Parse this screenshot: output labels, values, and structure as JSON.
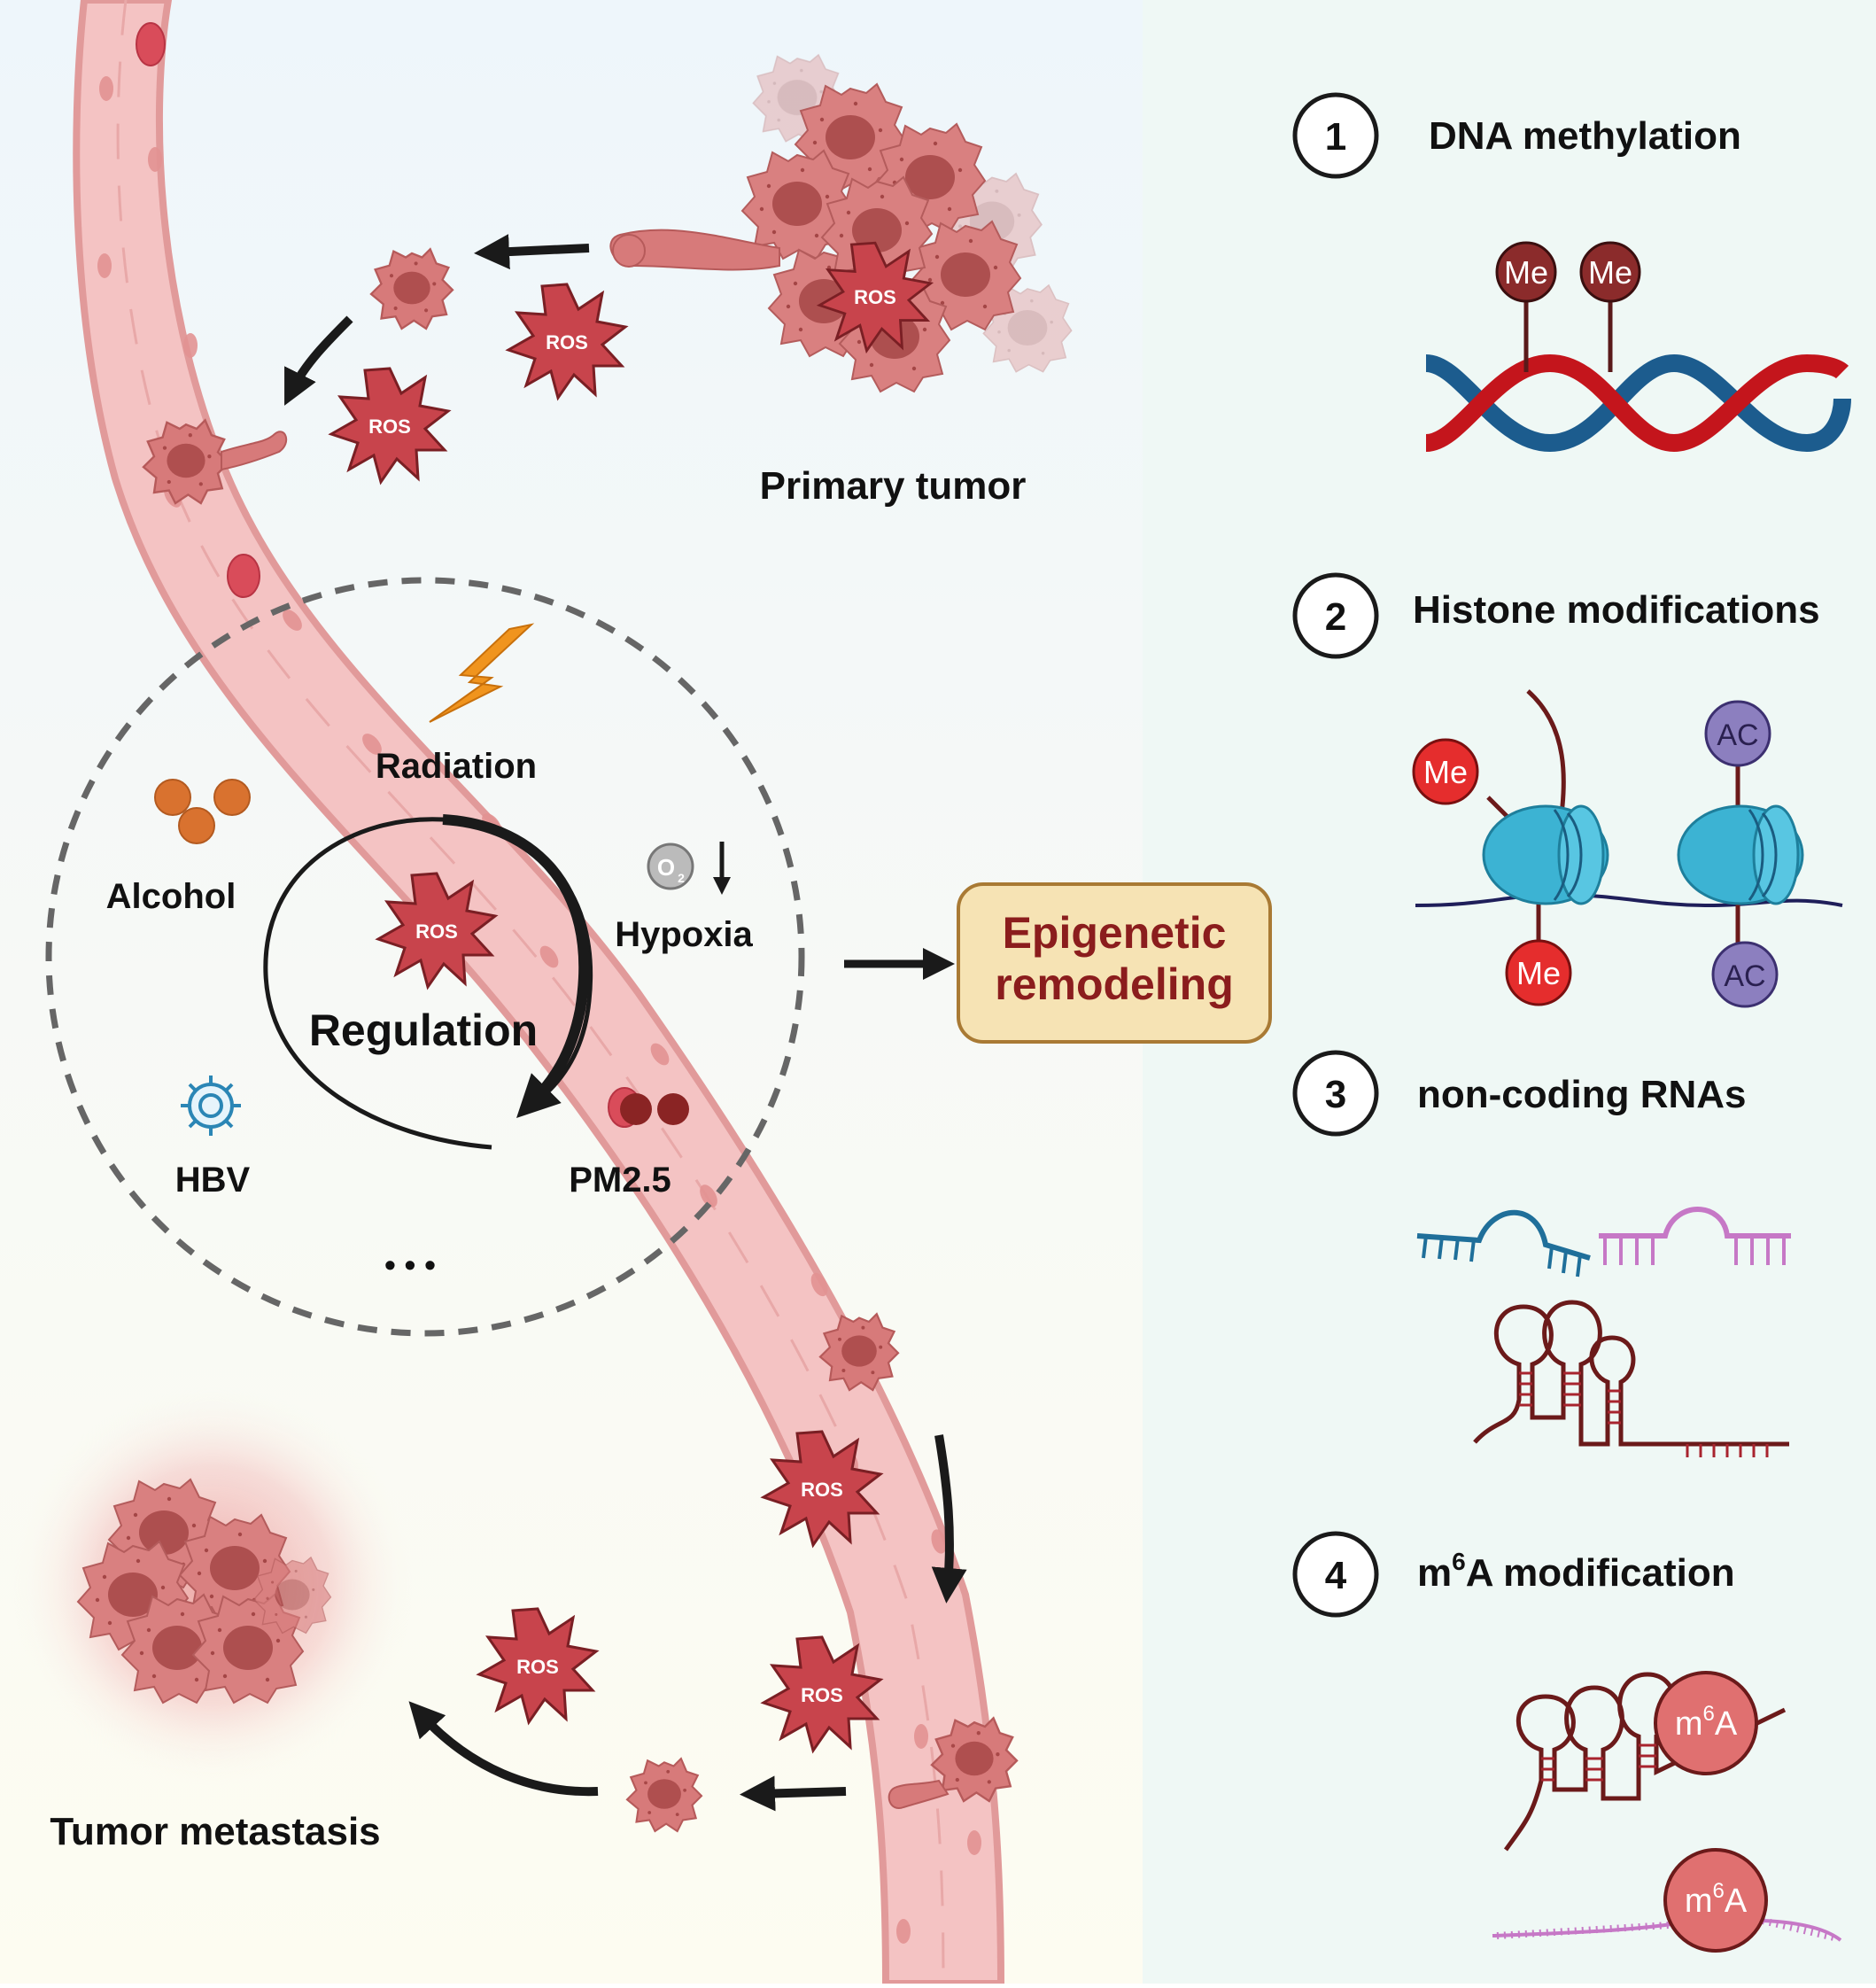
{
  "left_panel": {
    "primary_tumor_label": "Primary tumor",
    "metastasis_label": "Tumor metastasis",
    "ros_label": "ROS",
    "factors": {
      "radiation": "Radiation",
      "alcohol": "Alcohol",
      "hypoxia": "Hypoxia",
      "oxygen_symbol": "O",
      "oxygen_subscript": "2",
      "hbv": "HBV",
      "pm25": "PM2.5",
      "ellipsis": "• • •"
    },
    "regulation_label": "Regulation",
    "epigenetic_box": {
      "line1": "Epigenetic",
      "line2": "remodeling"
    }
  },
  "right_panel": {
    "sections": [
      {
        "number": "1",
        "title": "DNA methylation"
      },
      {
        "number": "2",
        "title": "Histone modifications"
      },
      {
        "number": "3",
        "title": "non-coding RNAs"
      },
      {
        "number": "4",
        "title_prefix": "m",
        "title_sup": "6",
        "title_suffix": "A modification"
      }
    ],
    "marks": {
      "me": "Me",
      "ac": "AC",
      "m6a_prefix": "m",
      "m6a_sup": "6",
      "m6a_suffix": "A"
    }
  },
  "colors": {
    "vessel_fill": "#f4c3c3",
    "vessel_edge": "#e19a9a",
    "ros_fill": "#c8444c",
    "ros_edge": "#7a1f24",
    "me_dark": "#8b2b2b",
    "me_bright": "#e52d2d",
    "ac_purple": "#8c7fbf",
    "dna_red": "#c4151c",
    "dna_blue": "#1c5c8e",
    "nucleosome": "#3cb3d3",
    "box_fill": "#f6e3b4",
    "box_edge": "#a97a34",
    "box_text": "#8b1d1d",
    "right_bg": "#eff8f5"
  }
}
